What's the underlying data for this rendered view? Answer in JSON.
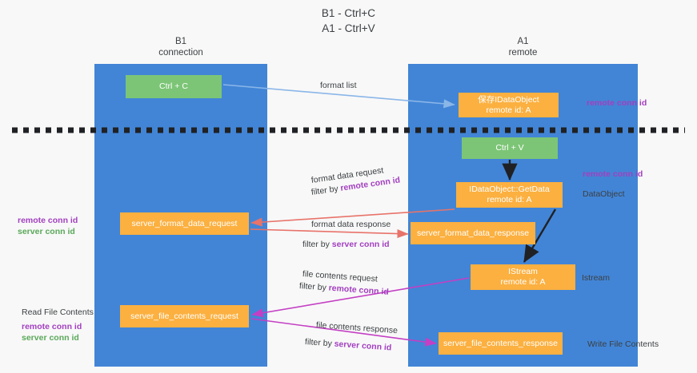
{
  "title": "B1 - Ctrl+C\nA1 - Ctrl+V",
  "lanes": [
    {
      "name": "b1",
      "title": "B1\nconnection",
      "color": "#4285d6"
    },
    {
      "name": "a1",
      "title": "A1\nremote",
      "color": "#4285d6"
    }
  ],
  "nodes": {
    "ctrl_c": "Ctrl + C",
    "save_idataobject": "保存IDataObject\nremote id: A",
    "ctrl_v": "Ctrl + V",
    "getdata": "IDataObject::GetData\nremote id: A",
    "server_format_data_request": "server_format_data_request",
    "server_format_data_response": "server_format_data_response",
    "istream": "IStream\nremote id: A",
    "server_file_contents_request": "server_file_contents_request",
    "server_file_contents_response": "server_file_contents_response"
  },
  "edge_labels": {
    "format_list": "format list",
    "format_data_request": "format data request",
    "format_data_request_filter_prefix": "filter by ",
    "format_data_request_filter_key": "remote conn id",
    "format_data_response": "format data response",
    "format_data_response_filter_prefix": "filter by ",
    "format_data_response_filter_key": "server conn id",
    "file_contents_request": "file contents request",
    "file_contents_request_filter_prefix": "filter by ",
    "file_contents_request_filter_key": "remote conn id",
    "file_contents_response": "file contents response",
    "file_contents_response_filter_prefix": "filter by ",
    "file_contents_response_filter_key": "server conn id"
  },
  "side_labels": {
    "right_remote_conn_id_top": "remote conn id",
    "right_remote_conn_id_mid": "remote conn id",
    "right_dataobject": "DataObject",
    "right_istream": "Istream",
    "right_write_file_contents": "Write File Contents",
    "left_remote_conn_id_mid": "remote conn id",
    "left_server_conn_id_mid": "server conn id",
    "left_read_file_contents": "Read File Contents",
    "left_remote_conn_id_bottom": "remote conn id",
    "left_server_conn_id_bottom": "server conn id"
  },
  "colors": {
    "lane": "#4285d6",
    "green_node": "#7cc576",
    "orange_node": "#fbb040",
    "purple_text": "#a23fbf",
    "green_text": "#5aa85a",
    "blue_arrow": "#8ab6e8",
    "red_arrow": "#e8736a",
    "magenta_arrow": "#c43fc4",
    "black_arrow": "#202124",
    "divider": "#202124",
    "background": "#f8f8f8"
  }
}
